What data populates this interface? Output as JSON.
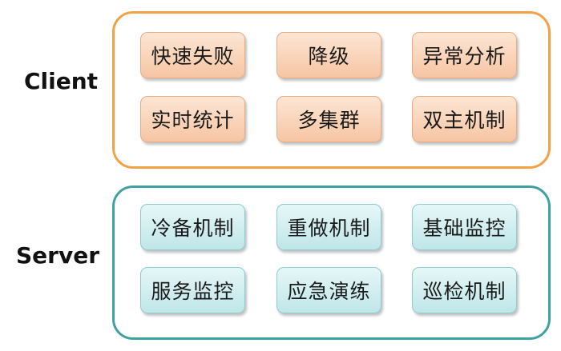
{
  "client": {
    "label": "Client",
    "items": [
      "快速失败",
      "降级",
      "异常分析",
      "实时统计",
      "多集群",
      "双主机制"
    ]
  },
  "server": {
    "label": "Server",
    "items": [
      "冷备机制",
      "重做机制",
      "基础监控",
      "服务监控",
      "应急演练",
      "巡检机制"
    ]
  },
  "colors": {
    "client_border": "#f2a244",
    "client_box": "#f6c5a3",
    "server_border": "#3fa2a2",
    "server_box": "#bfe6e8"
  }
}
